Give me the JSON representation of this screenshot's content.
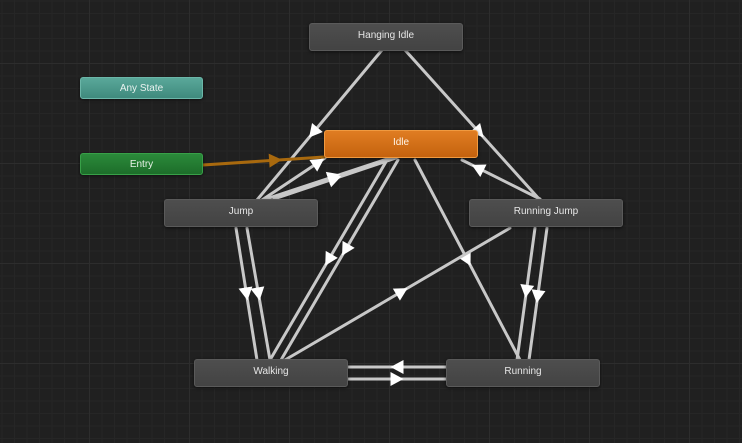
{
  "states": {
    "hanging_idle": "Hanging Idle",
    "any_state": "Any State",
    "idle": "Idle",
    "entry": "Entry",
    "jump": "Jump",
    "running_jump": "Running Jump",
    "walking": "Walking",
    "running": "Running"
  },
  "colors": {
    "background": "#202020",
    "state_node": "#474747",
    "default_state": "#d4701a",
    "any_state": "#4f9c8f",
    "entry": "#237d33",
    "transition": "#c8c8c8",
    "entry_transition": "#a8690e"
  }
}
